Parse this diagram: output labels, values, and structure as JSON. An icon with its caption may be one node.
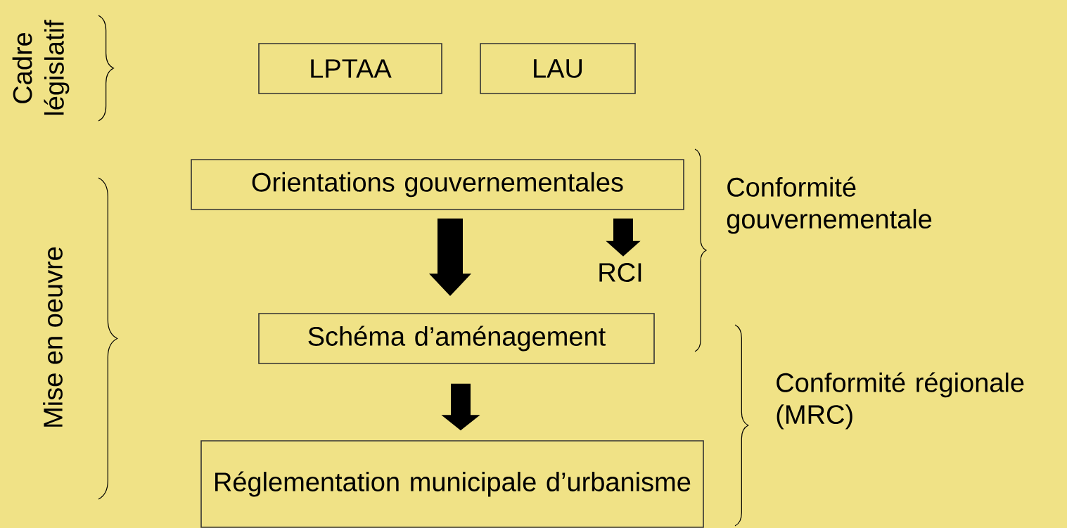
{
  "diagram": {
    "nodes": [
      {
        "text": [
          "LPTAA"
        ]
      },
      {
        "text": [
          "LAU"
        ]
      },
      {
        "text": [
          "Orientations gouvernementales"
        ]
      },
      {
        "text": [
          "Schéma d’aménagement"
        ]
      },
      {
        "text": [
          "Réglementation municipale d’urbanisme"
        ]
      },
      {
        "text": [
          "RCI"
        ]
      }
    ],
    "edges": [
      {
        "from": 2,
        "to": 3,
        "arrow": "to"
      },
      {
        "from": 2,
        "to": 5,
        "arrow": "to"
      },
      {
        "from": 3,
        "to": 4,
        "arrow": "to"
      }
    ],
    "labels": [
      "Cadre législatif",
      "Mise en oeuvre",
      "Conformité gouvernementale",
      "Conformité régionale (MRC)"
    ]
  }
}
